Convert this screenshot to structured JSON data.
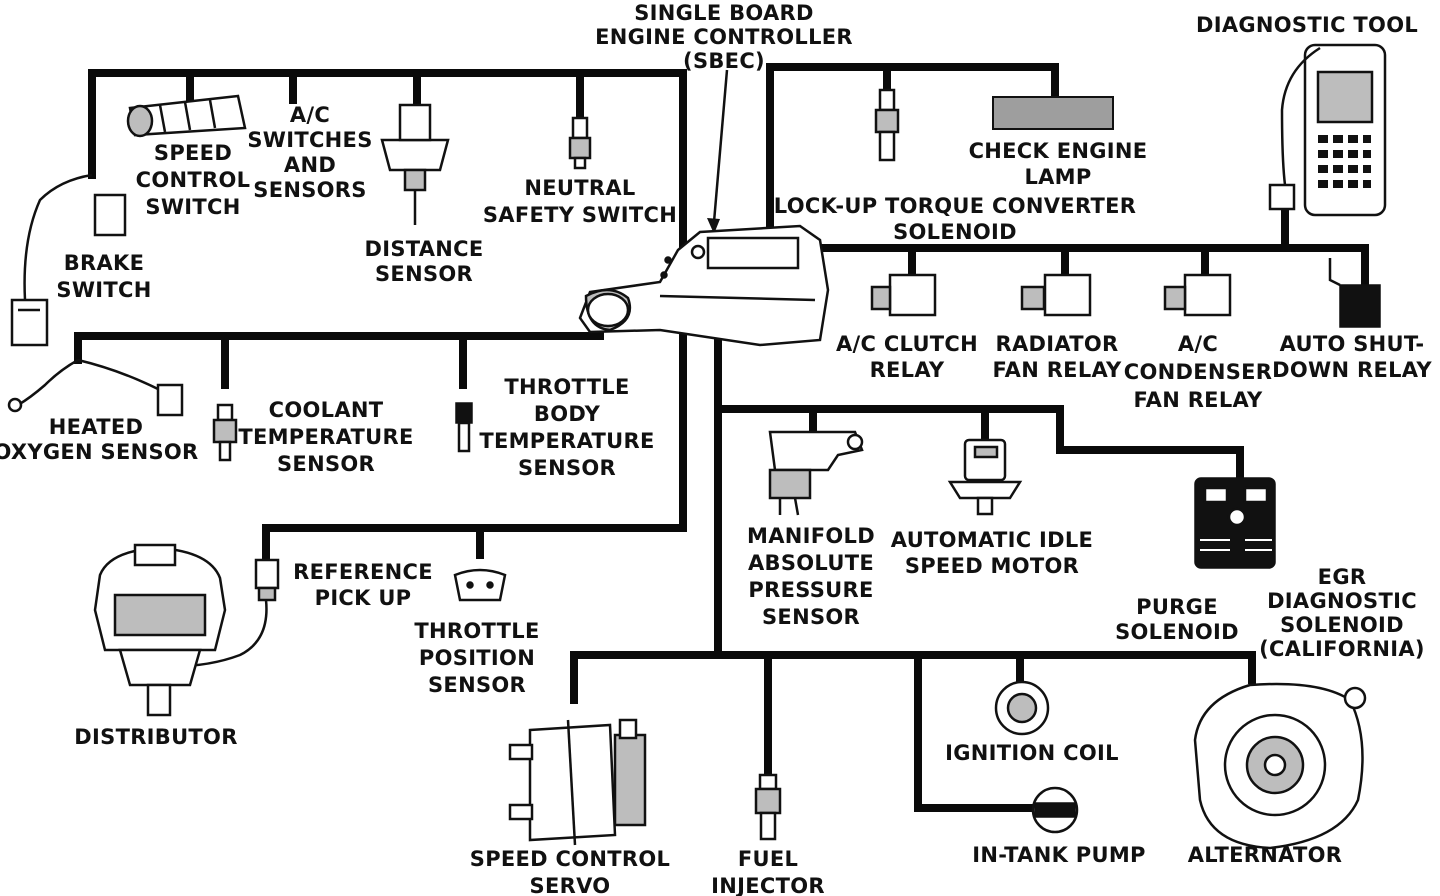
{
  "labels": {
    "sbec": [
      "SINGLE BOARD",
      "ENGINE CONTROLLER",
      "(SBEC)"
    ],
    "diagnostic_tool": [
      "DIAGNOSTIC TOOL"
    ],
    "speed_control_switch": [
      "SPEED",
      "CONTROL",
      "SWITCH"
    ],
    "ac_switches": [
      "A/C",
      "SWITCHES",
      "AND",
      "SENSORS"
    ],
    "neutral_safety": [
      "NEUTRAL",
      "SAFETY SWITCH"
    ],
    "distance_sensor": [
      "DISTANCE",
      "SENSOR"
    ],
    "brake_switch": [
      "BRAKE",
      "SWITCH"
    ],
    "check_engine_lamp": [
      "CHECK ENGINE",
      "LAMP"
    ],
    "lockup_solenoid": [
      "LOCK-UP TORQUE CONVERTER",
      "SOLENOID"
    ],
    "ac_clutch_relay": [
      "A/C CLUTCH",
      "RELAY"
    ],
    "radiator_fan_relay": [
      "RADIATOR",
      "FAN RELAY"
    ],
    "ac_condenser_fan_relay": [
      "A/C",
      "CONDENSER",
      "FAN RELAY"
    ],
    "auto_shutdown_relay": [
      "AUTO SHUT-",
      "DOWN RELAY"
    ],
    "heated_oxygen_sensor": [
      "HEATED",
      "OXYGEN SENSOR"
    ],
    "coolant_temp_sensor": [
      "COOLANT",
      "TEMPERATURE",
      "SENSOR"
    ],
    "throttle_body_temp_sensor": [
      "THROTTLE",
      "BODY",
      "TEMPERATURE",
      "SENSOR"
    ],
    "map_sensor": [
      "MANIFOLD",
      "ABSOLUTE",
      "PRESSURE",
      "SENSOR"
    ],
    "idle_speed_motor": [
      "AUTOMATIC IDLE",
      "SPEED MOTOR"
    ],
    "purge_solenoid": [
      "PURGE",
      "SOLENOID"
    ],
    "egr_solenoid": [
      "EGR",
      "DIAGNOSTIC",
      "SOLENOID",
      "(CALIFORNIA)"
    ],
    "reference_pickup": [
      "REFERENCE",
      "PICK UP"
    ],
    "throttle_position_sensor": [
      "THROTTLE",
      "POSITION",
      "SENSOR"
    ],
    "distributor": [
      "DISTRIBUTOR"
    ],
    "ignition_coil": [
      "IGNITION COIL"
    ],
    "speed_control_servo": [
      "SPEED CONTROL",
      "SERVO"
    ],
    "fuel_injector": [
      "FUEL",
      "INJECTOR"
    ],
    "in_tank_pump": [
      "IN-TANK PUMP"
    ],
    "alternator": [
      "ALTERNATOR"
    ]
  }
}
